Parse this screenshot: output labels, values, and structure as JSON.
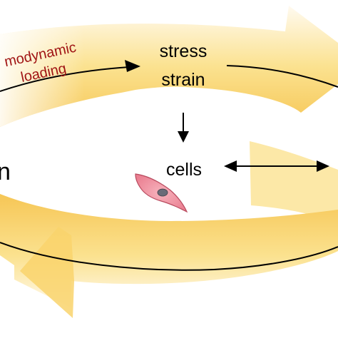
{
  "colors": {
    "arrow_band_light": "#fdf3cf",
    "arrow_band_mid": "#fbe08a",
    "arrow_band_dark": "#f6c449",
    "line": "#000000",
    "loading_text": "#a01414",
    "cell_body": "#f08a9a",
    "cell_outline": "#b84a5e",
    "nucleus": "#6b6b78"
  },
  "labels": {
    "loading_line1": "modynamic",
    "loading_line2": "loading",
    "stress": "stress",
    "strain": "strain",
    "cells": "cells",
    "left_fragment": "n"
  },
  "icons": {
    "cell": "cell-icon"
  }
}
